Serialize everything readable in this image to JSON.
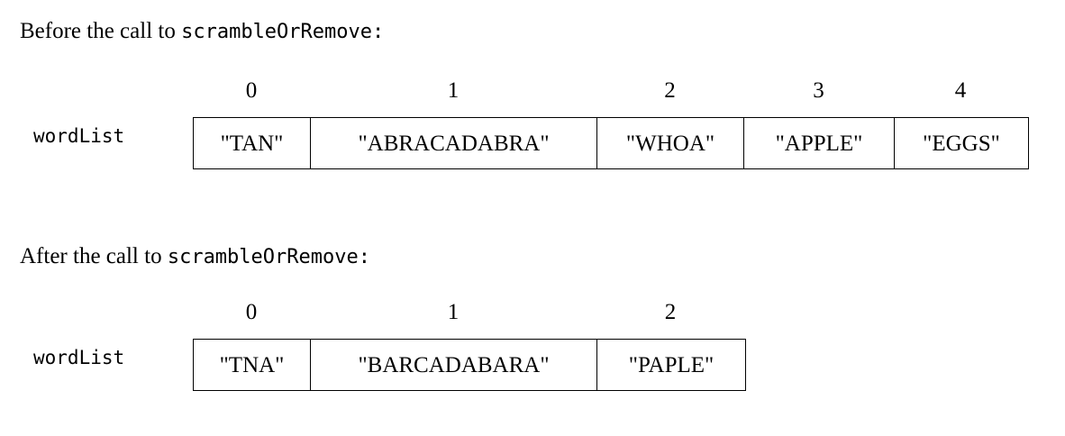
{
  "figure": {
    "background_color": "#ffffff",
    "text_color": "#000000",
    "border_color": "#000000"
  },
  "before": {
    "caption_prose": "Before the call to",
    "caption_code": "scrambleOrRemove:",
    "variable_name": "wordList",
    "indices": [
      "0",
      "1",
      "2",
      "3",
      "4"
    ],
    "values": [
      "\"TAN\"",
      "\"ABRACADABRA\"",
      "\"WHOA\"",
      "\"APPLE\"",
      "\"EGGS\""
    ],
    "cell_widths": [
      130,
      318,
      163,
      167,
      148
    ]
  },
  "after": {
    "caption_prose": "After the call to",
    "caption_code": "scrambleOrRemove:",
    "variable_name": "wordList",
    "indices": [
      "0",
      "1",
      "2"
    ],
    "values": [
      "\"TNA\"",
      "\"BARCADABARA\"",
      "\"PAPLE\""
    ],
    "cell_widths": [
      130,
      318,
      164
    ]
  }
}
